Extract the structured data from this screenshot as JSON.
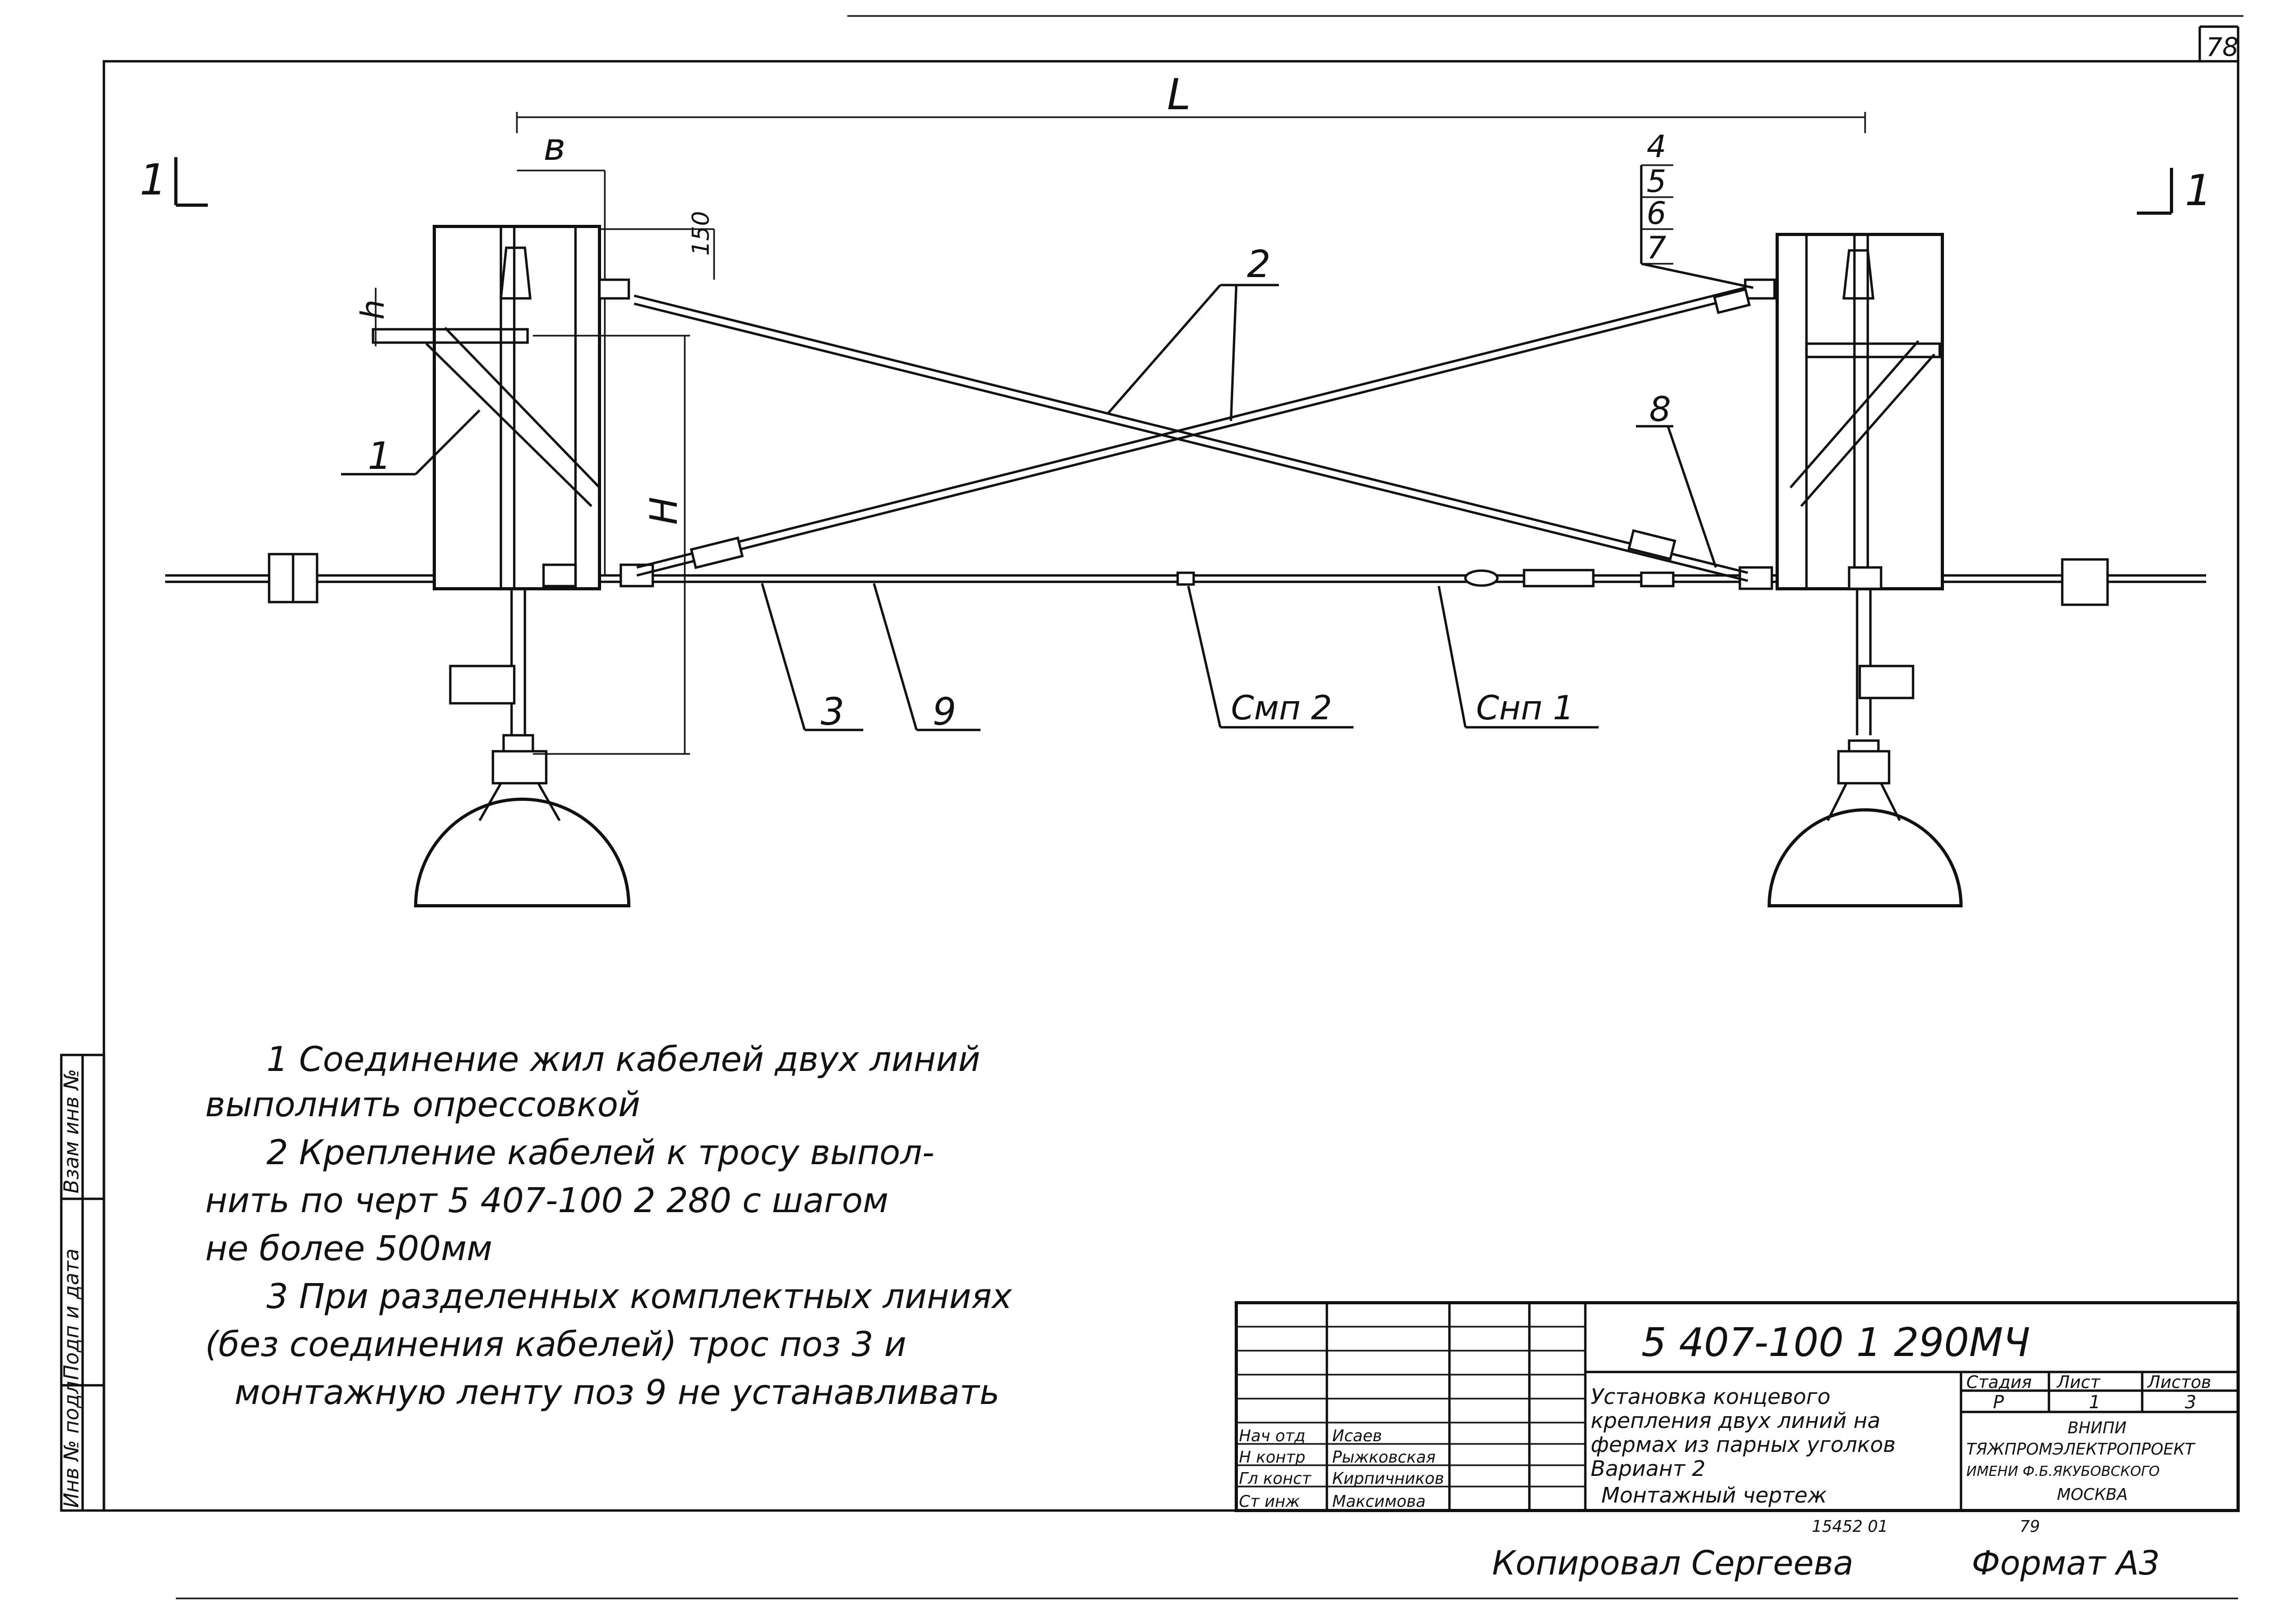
{
  "page_number": "78",
  "section_marks": {
    "left": "1",
    "right": "1"
  },
  "dimensions": {
    "span": "L",
    "offset": "в",
    "height": "Н",
    "small_h": "h",
    "gap": "150"
  },
  "callouts": {
    "pos_1": "1",
    "pos_2": "2",
    "pos_3": "3",
    "pos_4": "4",
    "pos_5": "5",
    "pos_6": "6",
    "pos_7": "7",
    "pos_8": "8",
    "pos_9": "9",
    "smp2": "Смп 2",
    "snp1": "Снп 1"
  },
  "notes": [
    "1 Соединение жил кабелей двух линий",
    "выполнить опрессовкой",
    "2 Крепление кабелей к тросу выпол-",
    "нить по черт 5 407-100 2 280 с шагом",
    "не более 500мм",
    "3 При разделенных комплектных линиях",
    "(без соединения кабелей) трос поз 3 и",
    "монтажную ленту поз 9 не устанавливать"
  ],
  "side_stamp": [
    "Инв № подл",
    "Подп и дата",
    "Взам инв №"
  ],
  "title_block": {
    "doc_number": "5 407-100 1 290МЧ",
    "title_lines": [
      "Установка концевого",
      "крепления двух линий на",
      "фермах из парных уголков",
      "Вариант 2",
      "Монтажный чертеж"
    ],
    "col_headers": [
      "Стадия",
      "Лист",
      "Листов"
    ],
    "col_values": [
      "Р",
      "1",
      "3"
    ],
    "org_lines": [
      "ВНИПИ",
      "ТЯЖПРОМЭЛЕКТРОПРОЕКТ",
      "ИМЕНИ Ф.Б.ЯКУБОВСКОГО",
      "МОСКВА"
    ],
    "roles": [
      "Нач отд",
      "Н контр",
      "Гл конст",
      "Ст инж"
    ],
    "names": [
      "Исаев",
      "Рыжковская",
      "Кирпичников",
      "Максимова"
    ],
    "inventory": "15452 01",
    "sheet_code": "79"
  },
  "copied_by": "Копировал Сергеева",
  "format": "Формат А3"
}
